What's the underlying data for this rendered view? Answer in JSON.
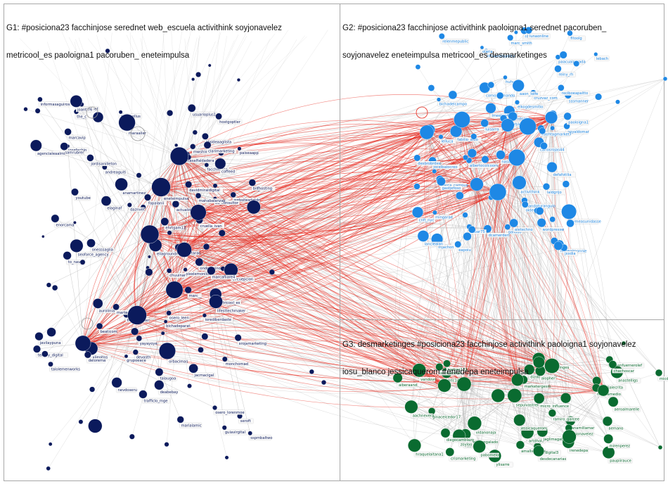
{
  "groups": [
    {
      "id": "G1",
      "title_line1": "G1: #posiciona23 facchinjose serednet web_escuela activithink soyjonavelez",
      "title_line2": "metricool_es paoloigna1 pacoruben_ eneteimpulsa",
      "node_color": "#0b1a5c",
      "labels": [
        "josefachin",
        "marialamic",
        "grupoeace",
        "jdaldeaaglista",
        "monchomad",
        "actualidadeolo",
        "onesssaglia",
        "ehrtgam13",
        "telvaly_digital",
        "websitesdetdn",
        "marcavip",
        "bichadeparat",
        "zu_consultor",
        "ellagroundmak",
        "talolemenworks",
        "usuarioplus1",
        "davidmiraldigital",
        "pixelemonilos",
        "seroft",
        "nasalfaldadera",
        "guiavirgital",
        "samrubrer",
        "circuepcion",
        "chuuinar",
        "the_c",
        "sspmbaltwo",
        "fromdoppler",
        "aurolinia",
        "ondorimino",
        "youtube",
        "informasaguiros",
        "enorcama",
        "iorediberdaste",
        "marte_ffpo",
        "serednet",
        "metricool_es",
        "comoxtaran",
        "andreaguiti",
        "bilfhosting",
        "joanti76",
        "eneteimpulsa",
        "agencialeaalmi",
        "fopalanii",
        "talaugoa",
        "javilaypuna",
        "facchinjose",
        "sabebellus",
        "hostgoptler",
        "lifesttechmaker",
        "deabebay",
        "seoforce_agency",
        "orbacimas",
        "paiseaapp",
        "yayayoye",
        "devasth",
        "xrojamarketing",
        "marcafliare4",
        "elaginaf",
        "jordisanilleton",
        "beaticom",
        "coffeed",
        "marc__",
        "cruella_ivan",
        "osero_leen",
        "mwshiwari",
        "jacmacigal",
        "daznvet",
        "maraalier",
        "xileoltos",
        "nevdoseru",
        "trafficlo_mge",
        "anamartinez",
        "delorema",
        "to_navas",
        "clarimarketing",
        "osero_lorenmoe",
        "mahabalanzas"
      ]
    },
    {
      "id": "G2",
      "title_line1": "G2: #posiciona23 facchinjose activithink paoloigna1 serednet pacoruben_",
      "title_line2": "soyjonavelez eneteimpulsa metricool_es desmarketinges",
      "node_color": "#1e88e5",
      "labels": [
        "fitoolg",
        "nftoolmlaundry",
        "lebach",
        "marc_smith",
        "paacualparada",
        "nftmuglsland",
        "olaria",
        "reiny_rh",
        "relenmepublic",
        "lunaonline",
        "bichadelcampo",
        "cruzvaz_com",
        "cnft_nyc",
        "mandoturangulo",
        "eapoiu",
        "nasumilo",
        "activithink",
        "sfarca_campus",
        "laldgrijo",
        "gallodo",
        "luisarra",
        "aoyaldomar",
        "mingarae",
        "jocelbalocreo",
        "fabilio_aibo",
        "carlosrojas44",
        "hashtagmarket7",
        "mjachon",
        "wordpressw",
        "dcamerderi",
        "aletechno",
        "desbrobrdes",
        "comoxeemando",
        "dymeasunidasse",
        "paoloigna1",
        "marealmonnie",
        "jxxdia",
        "olderfo",
        "lanclealan",
        "defafotilia",
        "arandozgg",
        "vitoar75",
        "huhuogo",
        "gastjefoso",
        "lmeelon4430",
        "sssmanner",
        "microsaoja",
        "lelluca",
        "elkogdesmitio",
        "reciboeapaitto",
        "aviverbldur",
        "albertocolcoom",
        "aaon_lolfe"
      ]
    },
    {
      "id": "G3",
      "title_line1": "G3: desmarketinges #posiciona23 facchinjose activithink paoloigna1 soyjonavelez",
      "title_line2": "iosu_blanco jessicaquerom irenedepa eneteimpulsa",
      "node_color": "#0a6b30",
      "labels": [
        "essndialecrita",
        "ylisarre",
        "desmarketinges",
        "anamillamar",
        "ginacelcedor17",
        "micdigital3",
        "mtc140",
        "amallsgaroce",
        "marketergesm",
        "aeroalmarelle",
        "fornanfuernerolef",
        "sepulvastrella",
        "artdholo",
        "paupiirauce",
        "aemano",
        "vandovn",
        "jaglimagabria",
        "soyjonavelez",
        "parbea123",
        "micro_influence",
        "ruth",
        "vidanonaja",
        "irenedepa",
        "anastelligs",
        "desdecanarias",
        "ascaladores",
        "niotjaamedio",
        "novelta_regalado",
        "jessicaquerom",
        "aachnevera",
        "pabomelos",
        "crismarketing",
        "dizdomorenob",
        "zoyloo",
        "diegocamblazo",
        "ramiro_garcee",
        "aiberaand",
        "alopher",
        "mirenperez",
        "hraquelaitana1",
        "chachoscar"
      ]
    }
  ]
}
